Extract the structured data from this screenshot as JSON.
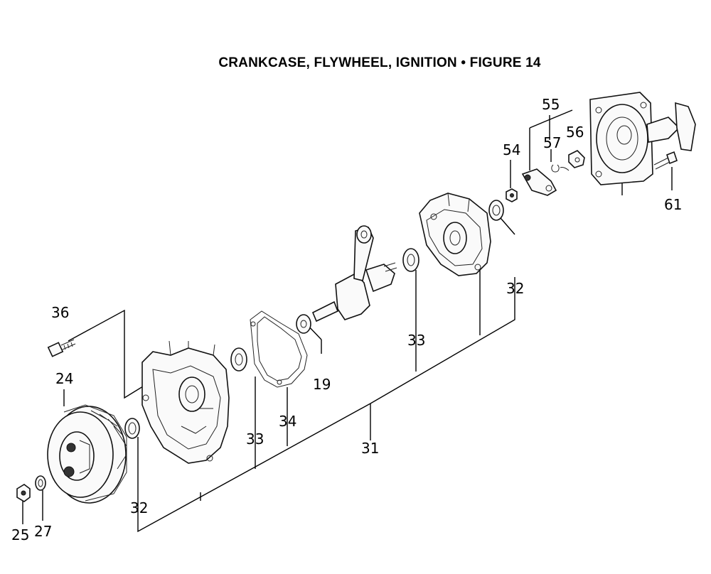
{
  "title": "CRANKCASE, FLYWHEEL, IGNITION  •  FIGURE 14",
  "callouts": {
    "c25": "25",
    "c27": "27",
    "c24": "24",
    "c36": "36",
    "c32a": "32",
    "c33a": "33",
    "c34": "34",
    "c31": "31",
    "c19": "19",
    "c33b": "33",
    "c32b": "32",
    "c54": "54",
    "c55": "55",
    "c57": "57",
    "c56": "56",
    "c61": "61"
  }
}
